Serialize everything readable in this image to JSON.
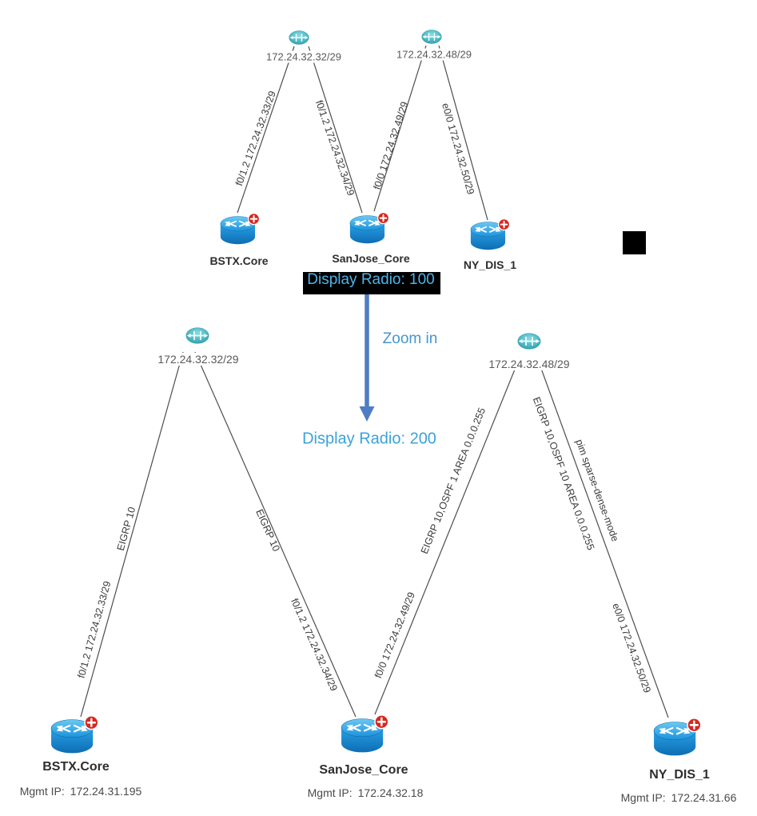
{
  "annotations": {
    "display_radio_100": "Display Radio: 100",
    "zoom_in": "Zoom in",
    "display_radio_200": "Display Radio: 200"
  },
  "colors": {
    "highlight_text": "#4db3e8",
    "zoom_text": "#4596ce",
    "radio200_text": "#3aa2d9",
    "arrow_blue": "#4f7dc4",
    "redaction": "#000000",
    "router_blue": "#1e8fd5",
    "hub_teal": "#3aacb8",
    "badge_red": "#d6281e",
    "link_line": "#4d4d4d"
  },
  "top_view": {
    "hubs": [
      {
        "label": "172.24.32.32/29"
      },
      {
        "label": "172.24.32.48/29"
      }
    ],
    "links": [
      {
        "label": "f0/1.2 172.24.32.33/29"
      },
      {
        "label": "f0/1.2 172.24.32.34/29"
      },
      {
        "label": "f0/0 172.24.32.49/29"
      },
      {
        "label": "e0/0 172.24.32.50/29"
      }
    ],
    "nodes": [
      {
        "name": "BSTX.Core"
      },
      {
        "name": "SanJose_Core"
      },
      {
        "name": "NY_DIS_1"
      }
    ]
  },
  "bottom_view": {
    "hubs": [
      {
        "label": "172.24.32.32/29"
      },
      {
        "label": "172.24.32.48/29"
      }
    ],
    "links": [
      {
        "labels": [
          "f0/1.2 172.24.32.33/29",
          "EIGRP 10"
        ]
      },
      {
        "labels": [
          "EIGRP 10",
          "f0/1.2 172.24.32.34/29"
        ]
      },
      {
        "labels": [
          "f0/0 172.24.32.49/29",
          "EIGRP 10,OSPF 1 AREA 0.0.0.255"
        ]
      },
      {
        "labels": [
          "EIGRP 10,OSPF 10 AREA 0.0.0.255",
          "pim sparse-dense-mode",
          "e0/0 172.24.32.50/29"
        ]
      }
    ],
    "nodes": [
      {
        "name": "BSTX.Core",
        "mgmt_label": "Mgmt IP:",
        "mgmt_ip": "172.24.31.195"
      },
      {
        "name": "SanJose_Core",
        "mgmt_label": "Mgmt IP:",
        "mgmt_ip": "172.24.32.18"
      },
      {
        "name": "NY_DIS_1",
        "mgmt_label": "Mgmt IP:",
        "mgmt_ip": "172.24.31.66"
      }
    ]
  }
}
